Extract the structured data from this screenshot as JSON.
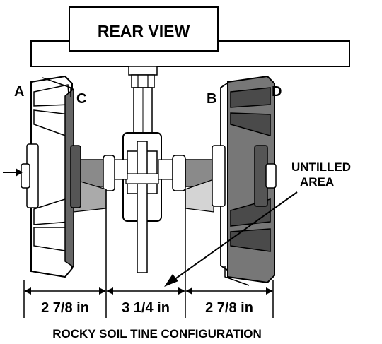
{
  "title": "REAR VIEW",
  "caption": "ROCKY SOIL TINE CONFIGURATION",
  "tine_labels": {
    "a": "A",
    "b": "B",
    "c": "C",
    "d": "D"
  },
  "callout": {
    "line1": "UNTILLED",
    "line2": "AREA"
  },
  "dimensions": {
    "left": "2 7/8 in",
    "center": "3 1/4 in",
    "right": "2 7/8 in"
  },
  "colors": {
    "line": "#000000",
    "dark_gray": "#555555",
    "mid_gray": "#999999",
    "light_gray": "#d4d4d4",
    "background": "#ffffff"
  }
}
